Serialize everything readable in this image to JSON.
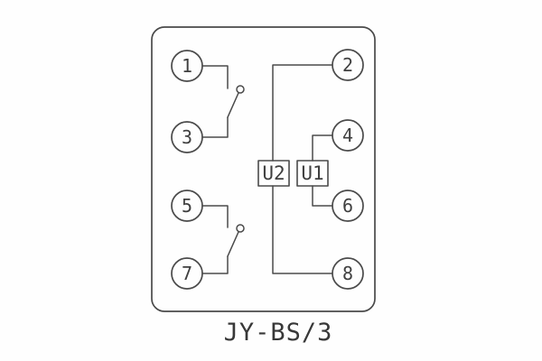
{
  "diagram": {
    "title": "JY-BS/3",
    "terminals": {
      "t1": "1",
      "t2": "2",
      "t3": "3",
      "t4": "4",
      "t5": "5",
      "t6": "6",
      "t7": "7",
      "t8": "8"
    },
    "components": {
      "u2": "U2",
      "u1": "U1"
    },
    "colors": {
      "line": "#4a4a4a",
      "text": "#3f3f3f",
      "background": "#fefefe"
    }
  }
}
